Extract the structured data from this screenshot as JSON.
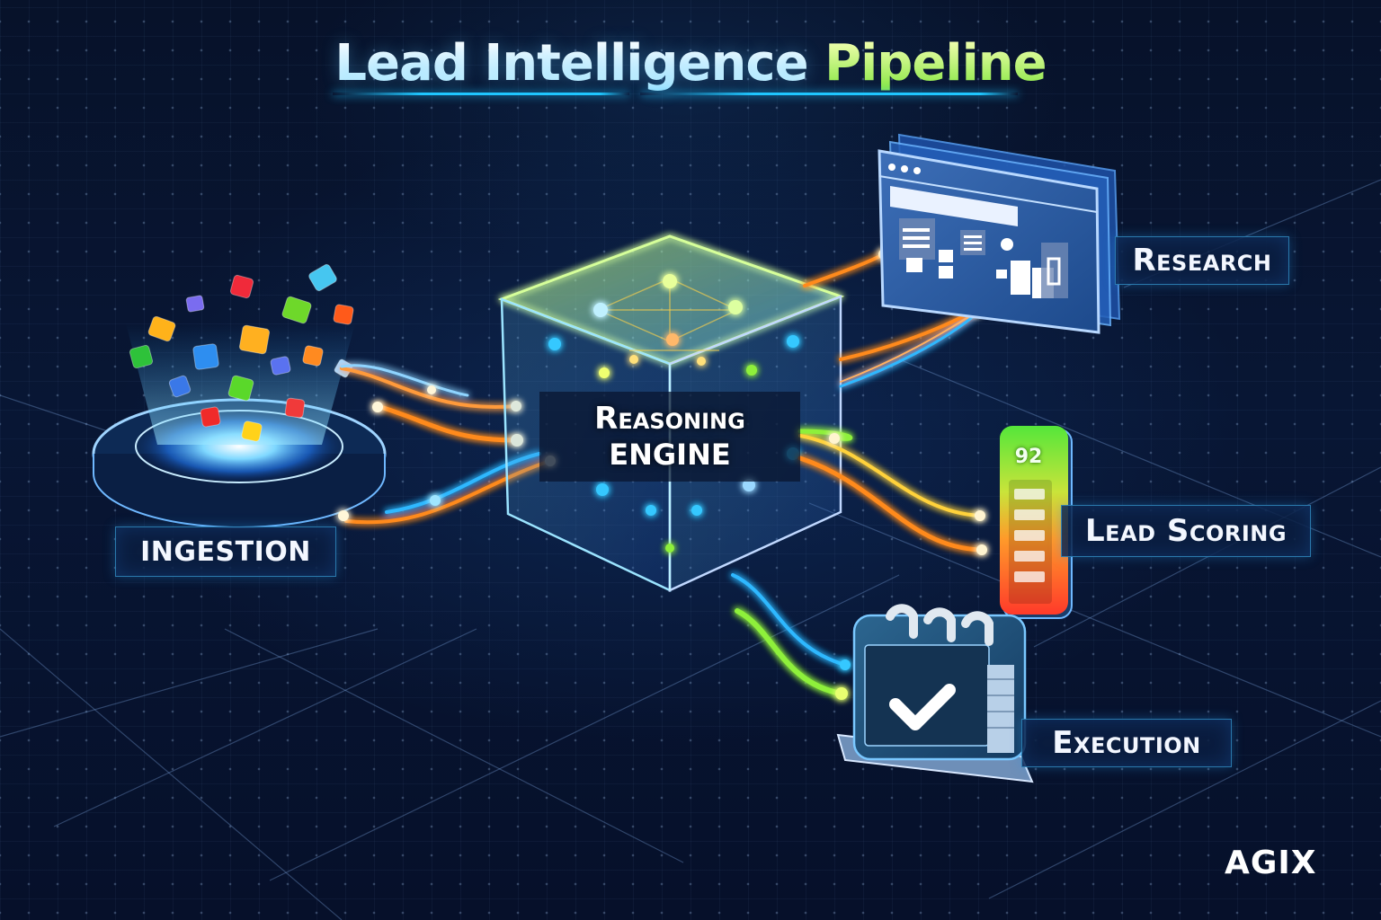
{
  "title": {
    "part1": "Lead Intelligence",
    "part2": "Pipeline"
  },
  "stages": {
    "ingestion": {
      "label": "INGESTION"
    },
    "reasoning_engine": {
      "line1": "Reasoning",
      "line2": "ENGINE"
    },
    "research": {
      "label": "Research"
    },
    "lead_scoring": {
      "label": "Lead Scoring",
      "score": "92"
    },
    "execution": {
      "label": "Execution"
    }
  },
  "brand": {
    "logo_text": "AGIX"
  },
  "colors": {
    "background": "#07122a",
    "title_primary": "#dff6ff",
    "title_accent": "#b6f05a",
    "flow_orange": "#ff8a1e",
    "flow_blue": "#2fb8ff",
    "flow_green": "#8ef03a",
    "label_border": "#3caae6",
    "score_high": "#4fe03a",
    "score_low": "#ff3b2f"
  },
  "icons": {
    "ingestion": "data-portal-icon",
    "reasoning_engine": "neural-cube-icon",
    "research": "browser-window-icon",
    "lead_scoring": "score-meter-icon",
    "execution": "calendar-check-icon"
  }
}
